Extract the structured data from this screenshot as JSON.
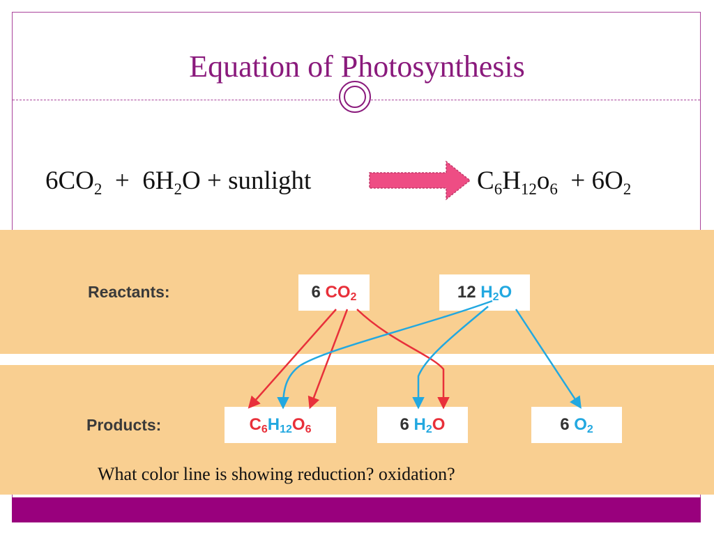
{
  "title": "Equation of Photosynthesis",
  "equation": {
    "left": [
      {
        "t": "6CO"
      },
      {
        "s": "2"
      },
      {
        "t": "  +  6H"
      },
      {
        "s": "2"
      },
      {
        "t": "O + sunlight"
      }
    ],
    "right": [
      {
        "t": "C"
      },
      {
        "s": "6"
      },
      {
        "t": "H"
      },
      {
        "s": "12"
      },
      {
        "t": "o"
      },
      {
        "s": "6"
      },
      {
        "t": "  + 6O"
      },
      {
        "s": "2"
      }
    ]
  },
  "labels": {
    "reactants": "Reactants:",
    "products": "Products:"
  },
  "molecules": {
    "co2": [
      {
        "t": "6 ",
        "c": "dark"
      },
      {
        "t": "CO",
        "c": "red"
      },
      {
        "s": "2",
        "c": "red"
      }
    ],
    "h2o_reactant": [
      {
        "t": "12 ",
        "c": "dark"
      },
      {
        "t": "H",
        "c": "blue"
      },
      {
        "s": "2",
        "c": "blue"
      },
      {
        "t": "O",
        "c": "blue"
      }
    ],
    "glucose": [
      {
        "t": "C",
        "c": "red"
      },
      {
        "s": "6",
        "c": "red"
      },
      {
        "t": "H",
        "c": "blue"
      },
      {
        "s": "12",
        "c": "blue"
      },
      {
        "t": "O",
        "c": "red"
      },
      {
        "s": "6",
        "c": "red"
      }
    ],
    "h2o_product": [
      {
        "t": "6 ",
        "c": "dark"
      },
      {
        "t": "H",
        "c": "blue"
      },
      {
        "s": "2",
        "c": "blue"
      },
      {
        "t": "O",
        "c": "red"
      }
    ],
    "o2": [
      {
        "t": "6 ",
        "c": "dark"
      },
      {
        "t": "O",
        "c": "blue"
      },
      {
        "s": "2",
        "c": "blue"
      }
    ]
  },
  "question": "What color line is showing reduction? oxidation?",
  "colors": {
    "title": "#8a1a7c",
    "band": "#f9cf91",
    "bar": "#99007d",
    "arrow_fill": "#ee4d84",
    "red_line": "#e8303a",
    "blue_line": "#22a8e0"
  }
}
